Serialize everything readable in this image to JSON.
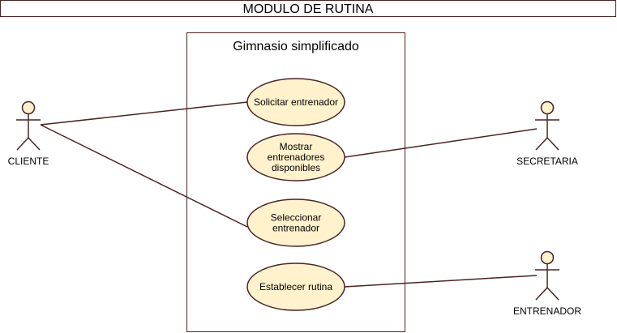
{
  "diagram": {
    "title": "MODULO DE RUTINA",
    "system": {
      "label": "Gimnasio simplificado"
    },
    "use_cases": [
      {
        "id": "uc1",
        "lines": [
          "Solicitar entrenador"
        ]
      },
      {
        "id": "uc2",
        "lines": [
          "Mostrar",
          "entrenadores",
          "disponibles"
        ]
      },
      {
        "id": "uc3",
        "lines": [
          "Seleccionar",
          "entrenador"
        ]
      },
      {
        "id": "uc4",
        "lines": [
          "Establecer rutina"
        ]
      }
    ],
    "actors": [
      {
        "id": "cliente",
        "label": "CLIENTE"
      },
      {
        "id": "secretaria",
        "label": "SECRETARIA"
      },
      {
        "id": "entrenador",
        "label": "ENTRENADOR"
      }
    ],
    "associations": [
      {
        "from": "cliente",
        "to": "uc1"
      },
      {
        "from": "cliente",
        "to": "uc3"
      },
      {
        "from": "secretaria",
        "to": "uc2"
      },
      {
        "from": "entrenador",
        "to": "uc4"
      }
    ],
    "colors": {
      "stroke": "#4a2323",
      "use_case_fill": "#fff2cc",
      "actor_fill": "#fff2cc",
      "background": "#ffffff",
      "text": "#000000"
    }
  }
}
